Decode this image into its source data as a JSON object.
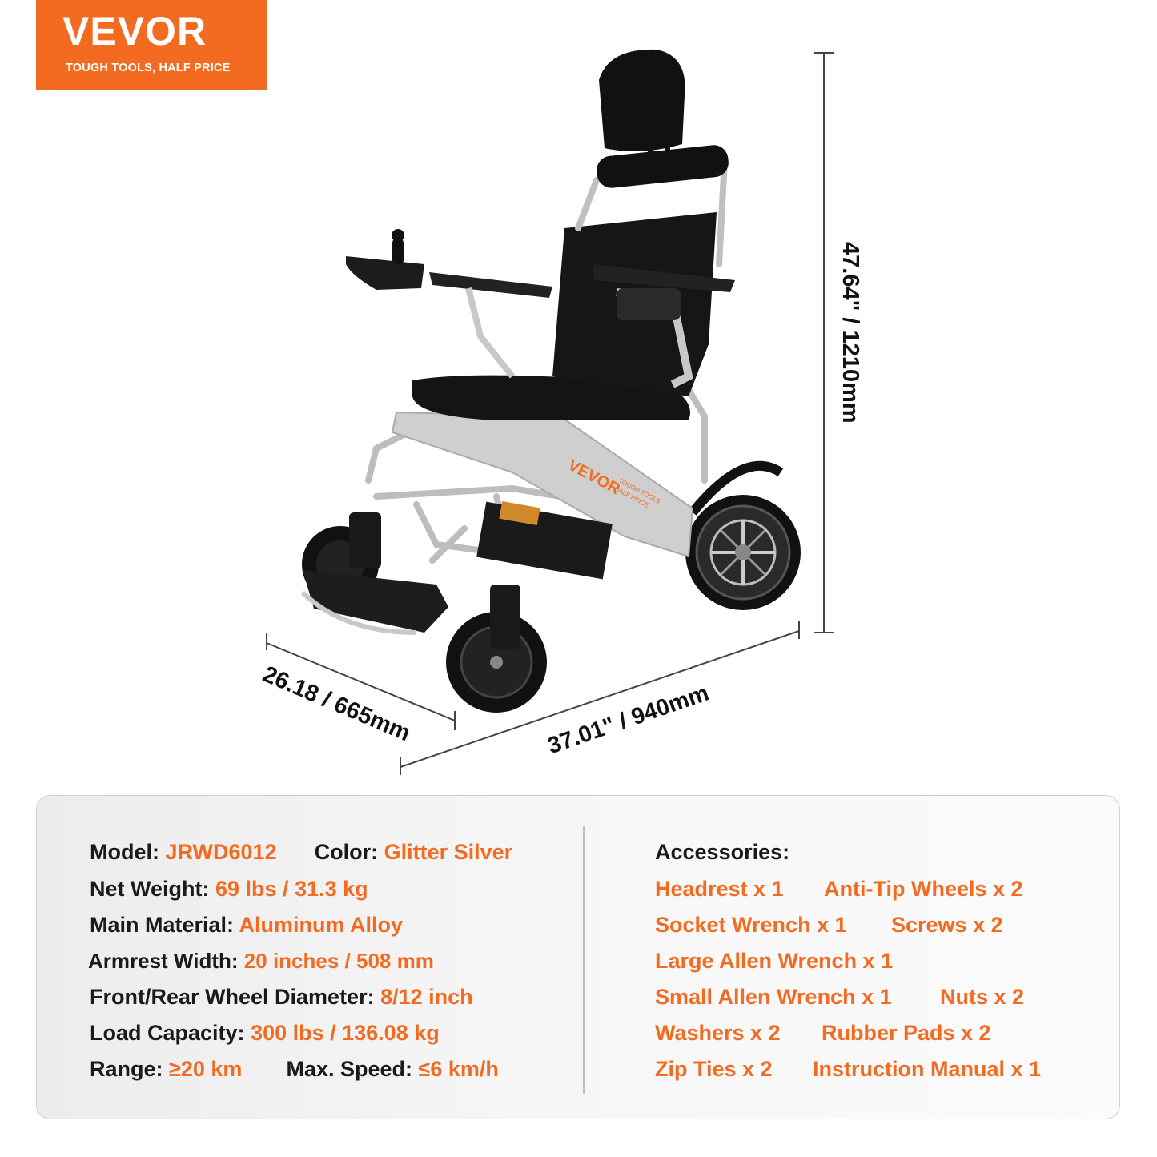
{
  "logo": {
    "brand": "VEVOR",
    "registered": "®",
    "tagline": "TOUGH TOOLS, HALF PRICE"
  },
  "chair_decal": {
    "brand": "VEVOR",
    "tagline_line1": "TOUGH TOOLS",
    "tagline_line2": "HALF PRICE"
  },
  "dimensions": {
    "height": "47.64\" / 1210mm",
    "width": "26.18 / 665mm",
    "length": "37.01\" / 940mm"
  },
  "specs": {
    "model_label": "Model:",
    "model_value": "JRWD6012",
    "color_label": "Color:",
    "color_value": "Glitter Silver",
    "weight_label": "Net Weight:",
    "weight_value": "69 lbs / 31.3 kg",
    "material_label": "Main Material:",
    "material_value": "Aluminum Alloy",
    "armrest_label": "Armrest Width:",
    "armrest_value": "20 inches / 508 mm",
    "wheel_label": "Front/Rear Wheel Diameter:",
    "wheel_value": "8/12 inch",
    "load_label": "Load Capacity:",
    "load_value": "300 lbs / 136.08 kg",
    "range_label": "Range:",
    "range_value": "≥20 km",
    "speed_label": "Max. Speed:",
    "speed_value": "≤6 km/h"
  },
  "accessories": {
    "title": "Accessories:",
    "items": [
      "Headrest x 1",
      "Anti-Tip Wheels x 2",
      "Socket Wrench x 1",
      "Screws x 2",
      "Large Allen Wrench x 1",
      "Small Allen Wrench x 1",
      "Nuts x 2",
      "Washers x 2",
      "Rubber Pads x 2",
      "Zip Ties x 2",
      "Instruction Manual x 1"
    ]
  },
  "colors": {
    "accent": "#f26b21",
    "text": "#1a1a1a",
    "panel": "#f2f2f2"
  }
}
